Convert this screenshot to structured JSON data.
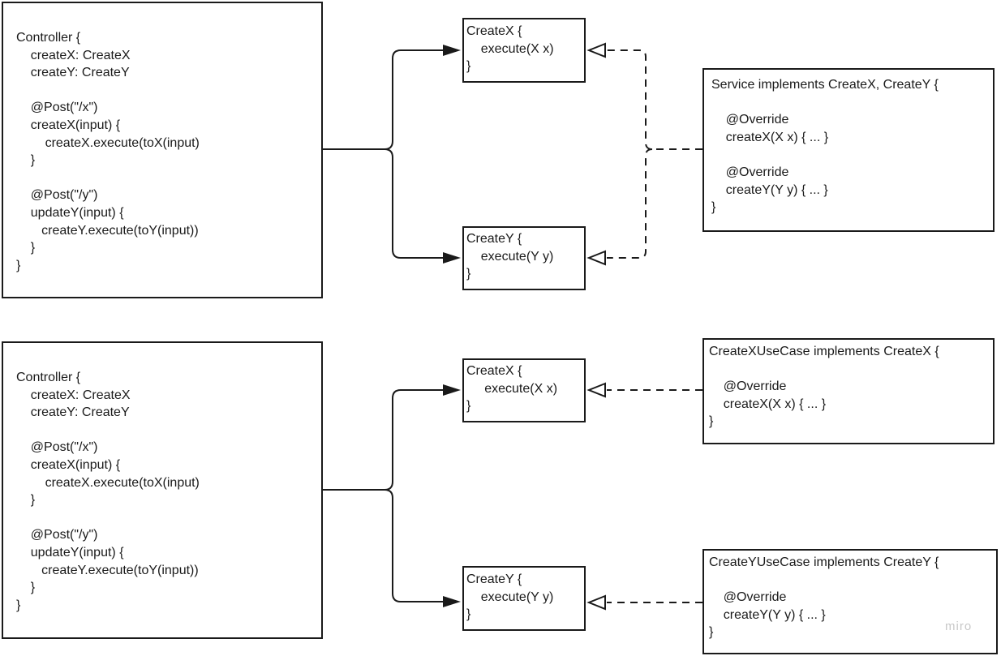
{
  "diagrams": [
    {
      "controller": {
        "lines": [
          "Controller {",
          "    createX: CreateX",
          "    createY: CreateY",
          "",
          "    @Post(\"/x\")",
          "    createX(input) {",
          "        createX.execute(toX(input)",
          "    }",
          "",
          "    @Post(\"/y\")",
          "    updateY(input) {",
          "       createY.execute(toY(input))",
          "    }",
          "}"
        ]
      },
      "interface_x": {
        "lines": [
          "CreateX {",
          "    execute(X x)",
          "}"
        ]
      },
      "interface_y": {
        "lines": [
          "CreateY {",
          "    execute(Y y)",
          "}"
        ]
      },
      "service": {
        "lines": [
          "Service implements CreateX, CreateY {",
          "",
          "    @Override",
          "    createX(X x) { ... }",
          "",
          "    @Override",
          "    createY(Y y) { ... }",
          "}"
        ]
      }
    },
    {
      "controller": {
        "lines": [
          "Controller {",
          "    createX: CreateX",
          "    createY: CreateY",
          "",
          "    @Post(\"/x\")",
          "    createX(input) {",
          "        createX.execute(toX(input)",
          "    }",
          "",
          "    @Post(\"/y\")",
          "    updateY(input) {",
          "       createY.execute(toY(input))",
          "    }",
          "}"
        ]
      },
      "interface_x": {
        "lines": [
          "CreateX {",
          "     execute(X x)",
          "}"
        ]
      },
      "interface_y": {
        "lines": [
          "CreateY {",
          "    execute(Y y)",
          "}"
        ]
      },
      "usecase_x": {
        "lines": [
          "CreateXUseCase implements CreateX {",
          "",
          "    @Override",
          "    createX(X x) { ... }",
          "}"
        ]
      },
      "usecase_y": {
        "lines": [
          "CreateYUseCase implements CreateY {",
          "",
          "    @Override",
          "    createY(Y y) { ... }",
          "}"
        ]
      }
    }
  ],
  "watermark": "miro"
}
